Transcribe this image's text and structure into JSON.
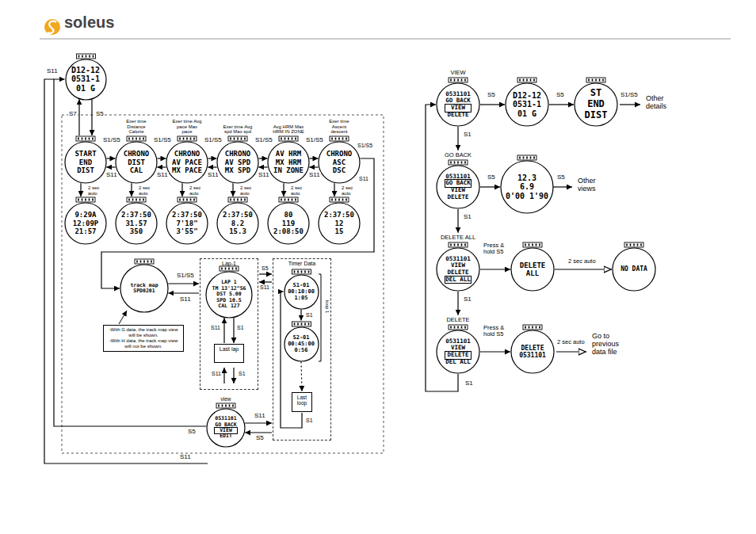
{
  "diagram": {
    "nodes": [
      {
        "text": [
          "D12-12",
          "0531-1",
          "01 G"
        ]
      },
      {
        "text": [
          "START",
          "END",
          "DIST"
        ]
      },
      {
        "text": [
          "Exer time Distance Calorie",
          "CHRONO",
          "DIST",
          "CAL"
        ]
      },
      {
        "text": [
          "Exer time Avg pace Max pace",
          "CHRONO",
          "AV PACE",
          "MX PACE"
        ]
      },
      {
        "text": [
          "Exer time Avg spd Max spd",
          "CHRONO",
          "AV SPD",
          "MX SPD"
        ]
      },
      {
        "text": [
          "Avg HRM Max HRM IN ZONE",
          "AV HRM",
          "MX HRM",
          "IN ZONE"
        ]
      },
      {
        "text": [
          "Exer time Ascent descent",
          "CHRONO",
          "ASC",
          "DSC"
        ]
      },
      {
        "text": [
          "9:29A",
          "12:09P",
          "21:57"
        ]
      },
      {
        "text": [
          "2:37:50",
          "31.57",
          "350"
        ]
      },
      {
        "text": [
          "2:37:50",
          "7'18\"",
          "3'55\""
        ]
      },
      {
        "text": [
          "2:37:50",
          "8.2",
          "15.3"
        ]
      },
      {
        "text": [
          "80",
          "119",
          "2:08:50"
        ]
      },
      {
        "text": [
          "2:37:50",
          "12",
          "15"
        ]
      },
      {
        "text": [
          "track map",
          "SPD0201"
        ]
      },
      {
        "text": [
          "-With G data, the track map view will be shown.",
          "-With H data, the track map view will not be shown."
        ]
      },
      {
        "text": [
          "Lap-1"
        ]
      },
      {
        "text": [
          "LAP 1",
          "TM 13'12\"56",
          "DST 5.00",
          "SPD 10.5",
          "CAL 127"
        ],
        "in": 15
      },
      {
        "text": [
          "Last lap"
        ],
        "in": 15
      },
      {
        "text": [
          "Timer Data"
        ]
      },
      {
        "text": [
          "S1-01",
          "00:10:00",
          "1:05"
        ],
        "in": 18
      },
      {
        "text": [
          "S2-01",
          "00:45:00",
          "0:56"
        ],
        "in": 18
      },
      {
        "text": [
          "Last loop"
        ],
        "in": 18
      },
      {
        "text": [
          "view",
          "0531101",
          "GO BACK",
          "VIEW",
          "EDIT"
        ]
      },
      {
        "text": [
          "VIEW",
          "0531101",
          "GO BACK",
          "VIEW",
          "DELETE"
        ]
      },
      {
        "text": [
          "D12-12",
          "0531-1",
          "01 G"
        ]
      },
      {
        "text": [
          "ST",
          "END",
          "DIST"
        ]
      },
      {
        "text": [
          "GO BACK",
          "0531101",
          "GO BACK",
          "VIEW",
          "DELETE"
        ]
      },
      {
        "text": [
          "12.3",
          "6.9",
          "0'00 1'90"
        ]
      },
      {
        "text": [
          "DELETE ALL",
          "0531101",
          "VIEW",
          "DELETE",
          "DEL ALL"
        ]
      },
      {
        "text": [
          "DELETE",
          "ALL"
        ]
      },
      {
        "text": [
          "NO DATA"
        ]
      },
      {
        "text": [
          "DELETE",
          "0531101",
          "VIEW",
          "DELETE",
          "DEL ALL"
        ]
      },
      {
        "text": [
          "DELETE",
          "0531101"
        ]
      }
    ],
    "edges": [
      {
        "from": 0,
        "to": 1,
        "arrow": "to",
        "label": "S5"
      },
      {
        "from": 1,
        "to": 0,
        "arrow": "to",
        "label": "S7"
      },
      {
        "from": 1,
        "to": 2,
        "arrow": "to",
        "label": "S1/S5"
      },
      {
        "from": 2,
        "to": 1,
        "arrow": "to",
        "label": "S11"
      },
      {
        "from": 2,
        "to": 3,
        "arrow": "to",
        "label": "S1/S5"
      },
      {
        "from": 3,
        "to": 2,
        "arrow": "to",
        "label": "S11"
      },
      {
        "from": 3,
        "to": 4,
        "arrow": "to",
        "label": "S1/S5"
      },
      {
        "from": 4,
        "to": 3,
        "arrow": "to",
        "label": "S11"
      },
      {
        "from": 4,
        "to": 5,
        "arrow": "to",
        "label": "S1/S5"
      },
      {
        "from": 5,
        "to": 4,
        "arrow": "to",
        "label": "S11"
      },
      {
        "from": 5,
        "to": 6,
        "arrow": "to",
        "label": "S1/S5"
      },
      {
        "from": 6,
        "to": 5,
        "arrow": "to",
        "label": "S11"
      },
      {
        "from": 1,
        "to": 7,
        "arrow": "to",
        "label": "2 sec auto"
      },
      {
        "from": 2,
        "to": 8,
        "arrow": "to",
        "label": "2 sec auto"
      },
      {
        "from": 3,
        "to": 9,
        "arrow": "to",
        "label": "2 sec auto"
      },
      {
        "from": 4,
        "to": 10,
        "arrow": "to",
        "label": "2 sec auto"
      },
      {
        "from": 5,
        "to": 11,
        "arrow": "to",
        "label": "2 sec auto"
      },
      {
        "from": 6,
        "to": 12,
        "arrow": "to",
        "label": "2 sec auto"
      },
      {
        "from": 6,
        "to": 13,
        "arrow": "to",
        "label": "S1/S5"
      },
      {
        "from": 13,
        "to": 15,
        "arrow": "to",
        "label": "S1/S5"
      },
      {
        "from": 15,
        "to": 13,
        "arrow": "to",
        "label": "S11"
      },
      {
        "from": 15,
        "to": 18,
        "arrow": "to",
        "label": "S5"
      },
      {
        "from": 18,
        "to": 15,
        "arrow": "to",
        "label": "S11"
      },
      {
        "from": 16,
        "to": 17,
        "arrow": "to",
        "label": "S1"
      },
      {
        "from": 17,
        "to": 16,
        "arrow": "to",
        "label": "S11"
      },
      {
        "from": 19,
        "to": 20,
        "arrow": "to",
        "label": "S1"
      },
      {
        "from": 20,
        "to": 21,
        "arrow": "to"
      },
      {
        "from": 21,
        "to": 19,
        "arrow": "to",
        "label": "S1"
      },
      {
        "from": 22,
        "to": 18,
        "arrow": "to",
        "label": "S11"
      },
      {
        "from": 18,
        "to": 22,
        "arrow": "to",
        "label": "S5"
      },
      {
        "from": 22,
        "to": 0,
        "arrow": "to",
        "label": "S5"
      },
      {
        "from": 23,
        "to": 24,
        "arrow": "to",
        "label": "S5"
      },
      {
        "from": 24,
        "to": 25,
        "arrow": "to",
        "label": "S5"
      },
      {
        "from": 23,
        "to": 26,
        "arrow": "to",
        "label": "S1"
      },
      {
        "from": 26,
        "to": 27,
        "arrow": "to",
        "label": "S5"
      },
      {
        "from": 26,
        "to": 28,
        "arrow": "to",
        "label": "S1"
      },
      {
        "from": 28,
        "to": 29,
        "arrow": "to",
        "label": "Press & hold S5"
      },
      {
        "from": 29,
        "to": 30,
        "arrow": "to",
        "label": "2 sec auto"
      },
      {
        "from": 28,
        "to": 31,
        "arrow": "to",
        "label": "S1"
      },
      {
        "from": 31,
        "to": 32,
        "arrow": "to",
        "label": "Press & hold S5"
      },
      {
        "from": 31,
        "to": 23,
        "arrow": "to",
        "label": "S1"
      }
    ],
    "labels": [
      "soleus",
      "S11",
      "S11",
      "S11",
      "S11",
      "S1",
      "loop 1",
      "S1/S5",
      "Other details",
      "S5",
      "Other views",
      "2 sec auto",
      "Go to previous data file"
    ]
  }
}
